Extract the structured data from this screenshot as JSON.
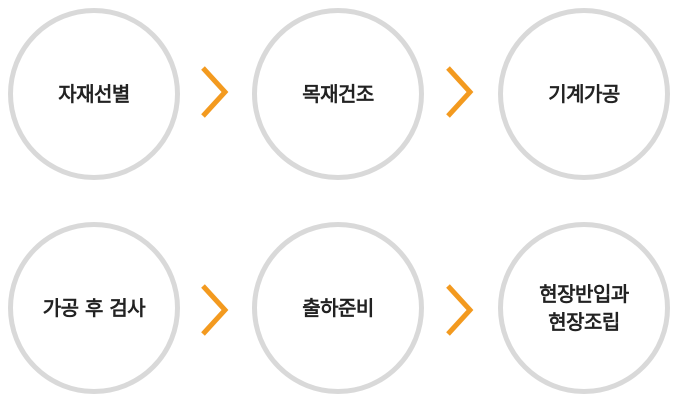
{
  "colors": {
    "circle_border": "#d9d9d9",
    "arrow": "#f39a1f",
    "text": "#222222"
  },
  "process": {
    "row1": [
      {
        "label": "자재선별"
      },
      {
        "label": "목재건조"
      },
      {
        "label": "기계가공"
      }
    ],
    "row2": [
      {
        "label": "가공 후 검사"
      },
      {
        "label": "출하준비"
      },
      {
        "label": "현장반입과\n현장조립"
      }
    ]
  },
  "icons": {
    "connector": "chevron-right-icon"
  }
}
